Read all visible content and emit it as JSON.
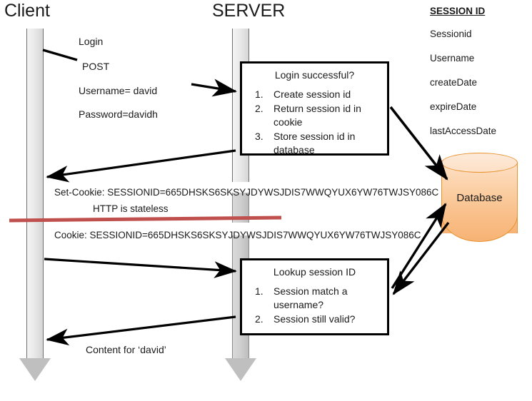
{
  "diagram": {
    "title_client": "Client",
    "title_server": "SERVER"
  },
  "session_panel": {
    "heading": "SESSION ID",
    "fields": [
      "Sessionid",
      "Username",
      "createDate",
      "expireDate",
      "lastAccessDate"
    ]
  },
  "client_messages": {
    "login": "Login",
    "post": "POST",
    "username": "Username= david",
    "password": "Password=davidh",
    "set_cookie": "Set-Cookie: SESSIONID=665DHSKS6SKSYJDYWSJDIS7WWQYUX6YW76TWJSY086C",
    "http_stateless": "HTTP is stateless",
    "cookie": "Cookie: SESSIONID=665DHSKS6SKSYJDYWSJDIS7WWQYUX6YW76TWJSY086C",
    "content": "Content for ‘david’"
  },
  "server_box_login": {
    "title": "Login successful?",
    "steps": [
      {
        "num": "1.",
        "text": "Create session id"
      },
      {
        "num": "2.",
        "text": "Return session id in cookie"
      },
      {
        "num": "3.",
        "text": "Store session id in database"
      }
    ]
  },
  "server_box_lookup": {
    "title": "Lookup session ID",
    "steps": [
      {
        "num": "1.",
        "text": "Session match a username?"
      },
      {
        "num": "2.",
        "text": "Session still valid?"
      }
    ]
  },
  "database": {
    "label": "Database"
  },
  "colors": {
    "arrow": "#000000",
    "stateless_line": "#c0504d",
    "db_fill": "#fbcfa4",
    "db_stroke": "#e8922f",
    "lifeline": "#bfbfbf",
    "text": "#1a1a1a"
  }
}
